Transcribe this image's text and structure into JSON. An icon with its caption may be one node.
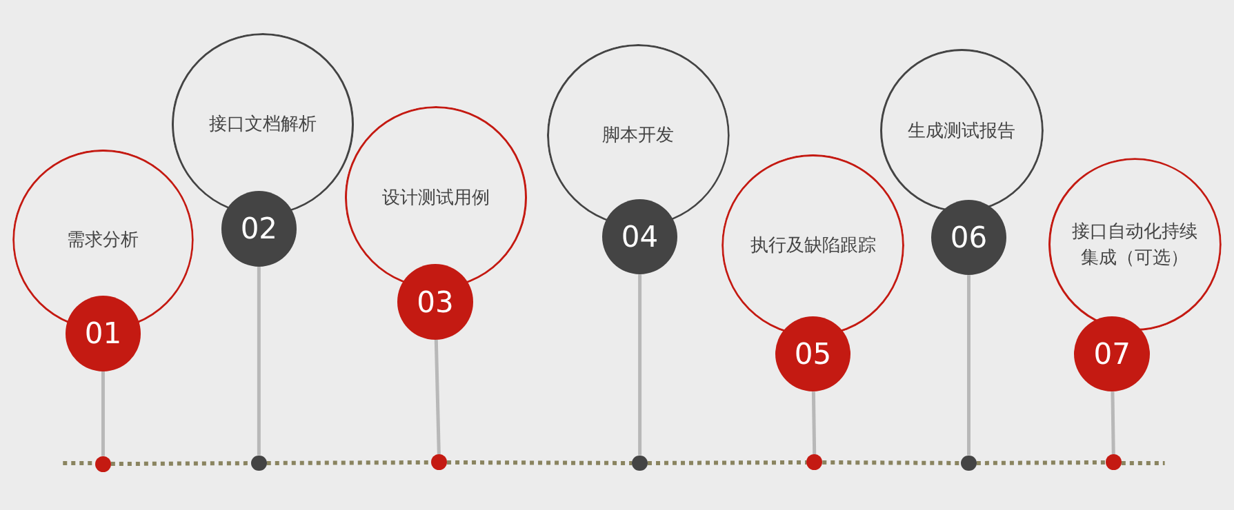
{
  "diagram": {
    "nodes": [
      {
        "text": [
          "需求分析"
        ]
      },
      {
        "text": [
          "01"
        ]
      },
      {
        "text": [],
        "shape": "circle"
      },
      {
        "text": [
          "接口文档解析"
        ]
      },
      {
        "text": [
          "02"
        ]
      },
      {
        "text": [],
        "shape": "circle"
      },
      {
        "text": [
          "设计测试用例"
        ]
      },
      {
        "text": [
          "03"
        ]
      },
      {
        "text": [],
        "shape": "circle"
      },
      {
        "text": [
          "脚本开发"
        ]
      },
      {
        "text": [
          "04"
        ]
      },
      {
        "text": [],
        "shape": "circle"
      },
      {
        "text": [
          "执行及缺陷跟踪"
        ]
      },
      {
        "text": [
          "05"
        ]
      },
      {
        "text": [],
        "shape": "circle"
      },
      {
        "text": [
          "生成测试报告"
        ]
      },
      {
        "text": [
          "06"
        ]
      },
      {
        "text": [],
        "shape": "circle"
      },
      {
        "text": [
          "接口自动化持续集成（可选）"
        ]
      },
      {
        "text": [
          "07"
        ]
      },
      {
        "text": [],
        "shape": "circle"
      }
    ],
    "edges": [
      {
        "from": 1,
        "to": 2,
        "arrow": "none"
      },
      {
        "from": 4,
        "to": 5,
        "arrow": "none"
      },
      {
        "from": 7,
        "to": 8,
        "arrow": "none"
      },
      {
        "from": 10,
        "to": 11,
        "arrow": "none"
      },
      {
        "from": 13,
        "to": 14,
        "arrow": "none"
      },
      {
        "from": 16,
        "to": 17,
        "arrow": "none"
      },
      {
        "from": 19,
        "to": 20,
        "arrow": "none"
      },
      {
        "from": 2,
        "to": 5,
        "arrow": "none",
        "style": "dashed",
        "color": "#8a8460"
      },
      {
        "from": 5,
        "to": 8,
        "arrow": "none",
        "style": "dashed",
        "color": "#8a8460"
      },
      {
        "from": 8,
        "to": 11,
        "arrow": "none",
        "style": "dashed",
        "color": "#8a8460"
      },
      {
        "from": 11,
        "to": 14,
        "arrow": "none",
        "style": "dashed",
        "color": "#8a8460"
      },
      {
        "from": 14,
        "to": 17,
        "arrow": "none",
        "style": "dashed",
        "color": "#8a8460"
      },
      {
        "from": 17,
        "to": 20,
        "arrow": "none",
        "style": "dashed",
        "color": "#8a8460"
      }
    ]
  }
}
